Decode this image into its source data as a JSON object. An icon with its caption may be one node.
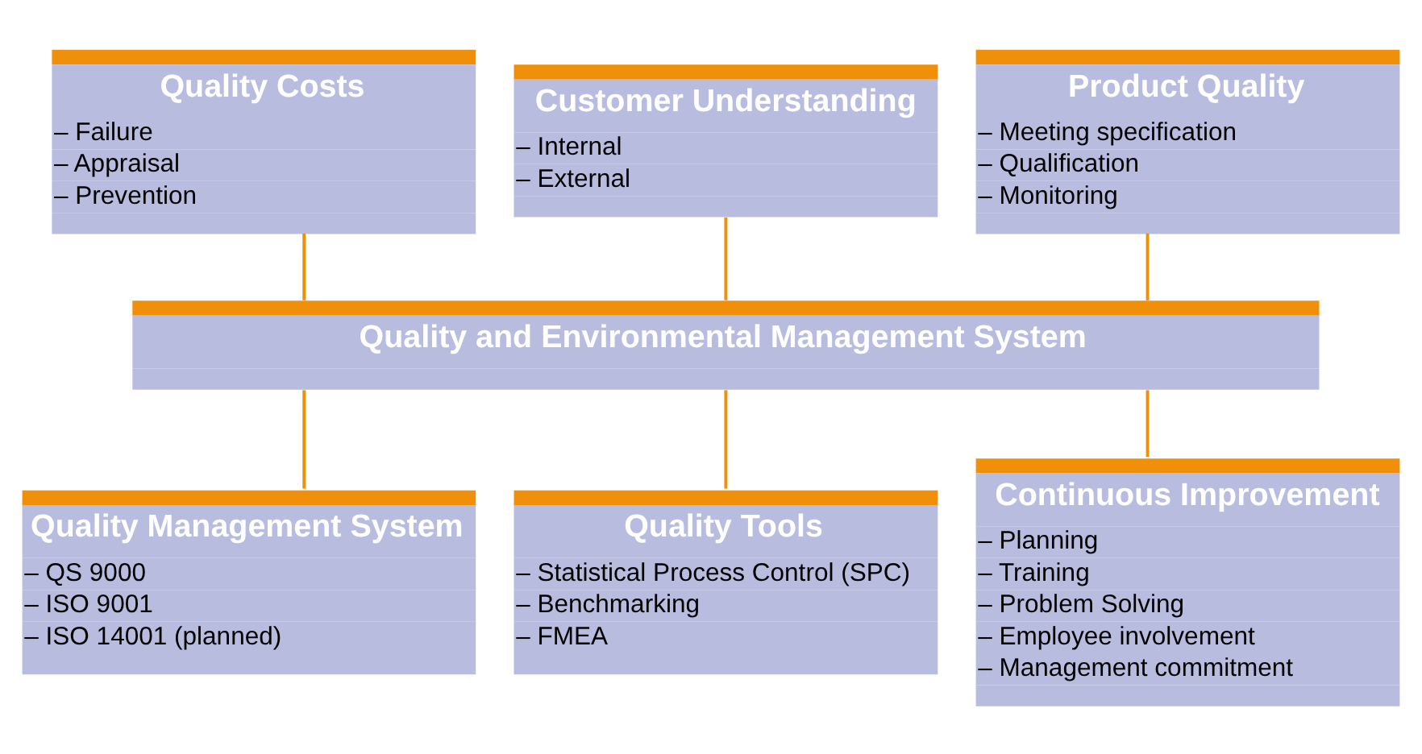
{
  "diagram": {
    "nodes": [
      {
        "text": [
          "Quality Costs",
          "– Failure",
          "– Appraisal",
          "– Prevention"
        ]
      },
      {
        "text": [
          "Customer Understanding",
          "– Internal",
          "– External"
        ]
      },
      {
        "text": [
          "Product Quality",
          "– Meeting specification",
          "– Qualification",
          "– Monitoring"
        ]
      },
      {
        "text": [
          "Quality and Environmental Management System"
        ]
      },
      {
        "text": [
          "Quality Management System",
          "– QS 9000",
          "– ISO 9001",
          "– ISO 14001 (planned)"
        ]
      },
      {
        "text": [
          "Quality Tools",
          "– Statistical Process Control (SPC)",
          "– Benchmarking",
          "– FMEA"
        ]
      },
      {
        "text": [
          "Continuous Improvement",
          "– Planning",
          "– Training",
          "– Problem Solving",
          "– Employee involvement",
          "– Management commitment"
        ]
      }
    ],
    "edges": [
      {
        "from": 0,
        "to": 3,
        "arrow": "none"
      },
      {
        "from": 1,
        "to": 3,
        "arrow": "none"
      },
      {
        "from": 2,
        "to": 3,
        "arrow": "none"
      },
      {
        "from": 3,
        "to": 4,
        "arrow": "none"
      },
      {
        "from": 3,
        "to": 5,
        "arrow": "none"
      },
      {
        "from": 3,
        "to": 6,
        "arrow": "none"
      }
    ]
  }
}
